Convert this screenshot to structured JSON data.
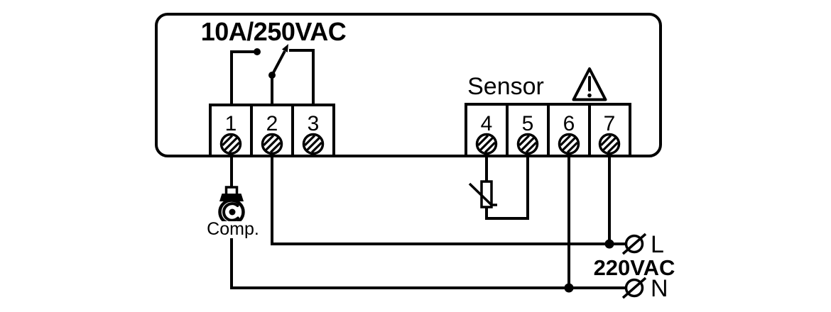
{
  "diagram": {
    "type": "thermostat-wiring-diagram",
    "rating_label": "10A/250VAC",
    "sensor_label": "Sensor",
    "compressor_label": "Comp.",
    "terminals": {
      "left": [
        "1",
        "2",
        "3"
      ],
      "right": [
        "4",
        "5",
        "6",
        "7"
      ]
    },
    "supply": {
      "line_label": "L",
      "voltage_label": "220VAC",
      "neutral_label": "N"
    },
    "icons": [
      "relay-contact-icon",
      "screw-terminal-icon",
      "warning-triangle-icon",
      "thermistor-icon",
      "compressor-icon",
      "phase-terminal-icon"
    ],
    "colors": {
      "line": "#000000",
      "background": "#ffffff"
    }
  }
}
